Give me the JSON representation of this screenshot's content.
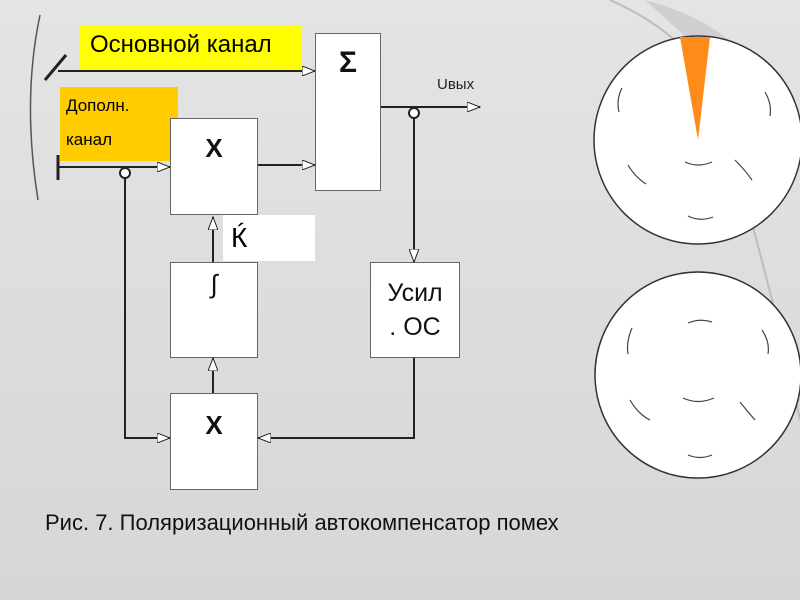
{
  "labels": {
    "main_channel": "Основной канал",
    "aux_channel_line1": "Дополн.",
    "aux_channel_line2": "канал",
    "sum": "Σ",
    "mult_top": "X",
    "mult_bottom": "X",
    "integrator": "∫",
    "k": "Ќ",
    "amp_line1": "Усил",
    "amp_line2": ". ОС",
    "uout": "Uвых",
    "caption": "Рис. 7. Поляризационный автокомпенсатор помех"
  },
  "colors": {
    "main_channel_bg": "#ffff00",
    "aux_channel_bg": "#ffcc00",
    "sector": "#ff8c1a"
  }
}
